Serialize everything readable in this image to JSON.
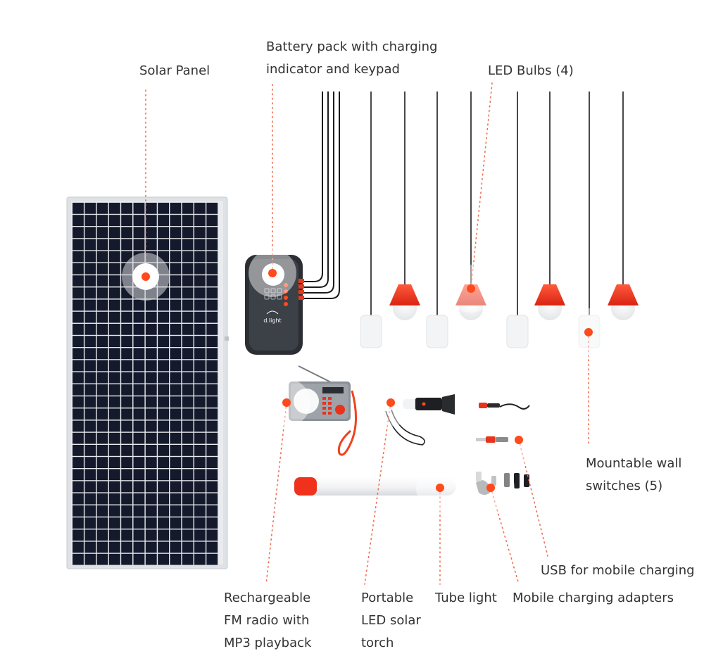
{
  "colors": {
    "accent": "#ff4a1c",
    "leader": "#f26a4b",
    "panel_cell": "#15192c",
    "panel_frame": "#d9dcdf",
    "device_dark": "#2f3238",
    "bulb_red": "#f2331d",
    "cord": "#1b1b1b",
    "text": "#333333"
  },
  "labels": {
    "solar_panel": "Solar Panel",
    "battery_pack": [
      "Battery pack with charging",
      "indicator and keypad"
    ],
    "led_bulbs": "LED Bulbs (4)",
    "wall_switches": [
      "Mountable wall",
      "switches (5)"
    ],
    "usb_charging": "USB for mobile charging",
    "radio": [
      "Rechargeable",
      "FM radio with",
      "MP3 playback"
    ],
    "torch": [
      "Portable",
      "LED solar",
      "torch"
    ],
    "tube_light": "Tube light",
    "adapters": "Mobile charging adapters"
  },
  "logos": {
    "battery_brand": "d.light"
  },
  "icons": [
    "solar-panel-icon",
    "battery-pack-icon",
    "led-bulb-icon",
    "wall-switch-icon",
    "radio-icon",
    "torch-icon",
    "tube-light-icon",
    "usb-cable-icon",
    "adapter-icon"
  ]
}
